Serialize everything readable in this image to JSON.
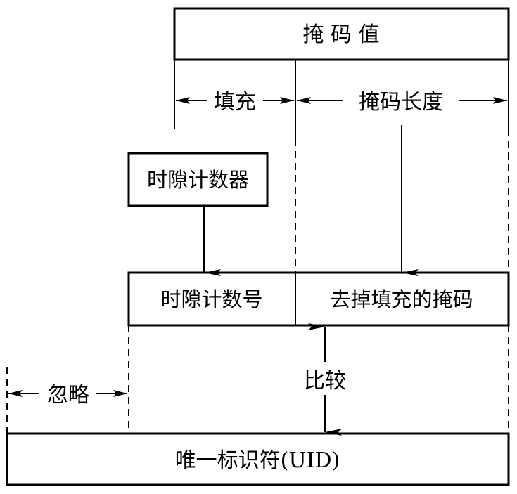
{
  "diagram": {
    "mask_value_box": {
      "label": "掩 码 值"
    },
    "padding_label": "填充",
    "mask_length_label": "掩码长度",
    "slot_counter_box": {
      "label": "时隙计数器"
    },
    "slot_number_cell": {
      "label": "时隙计数号"
    },
    "stripped_mask_cell": {
      "label": "去掉填充的掩码"
    },
    "compare_label": "比较",
    "ignore_label": "忽略",
    "uid_box": {
      "label": "唯一标识符(UID)"
    },
    "colors": {
      "stroke": "#000000",
      "background": "#ffffff"
    }
  }
}
